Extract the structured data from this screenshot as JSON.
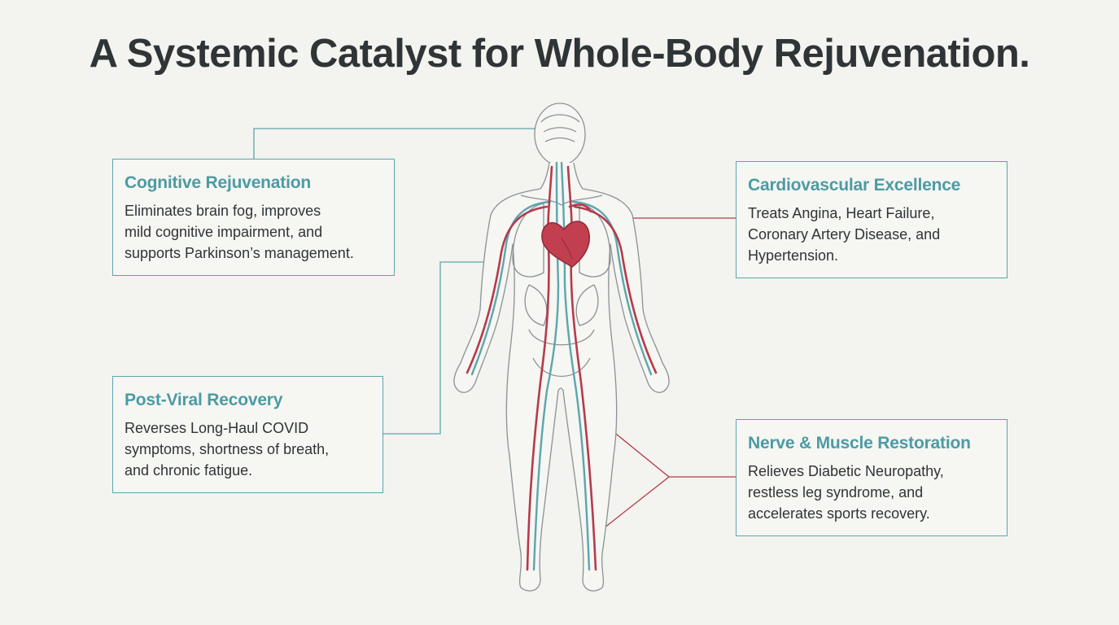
{
  "title": "A Systemic Catalyst for Whole-Body Rejuvenation.",
  "cards": {
    "cognitive": {
      "heading": "Cognitive Rejuvenation",
      "lines": [
        "Eliminates brain fog, improves",
        "mild cognitive impairment, and",
        "supports Parkinson’s management."
      ]
    },
    "cardio": {
      "heading": "Cardiovascular Excellence",
      "lines": [
        "Treats Angina, Heart Failure,",
        "Coronary Artery Disease, and",
        "Hypertension."
      ]
    },
    "viral": {
      "heading": "Post-Viral Recovery",
      "lines": [
        "Reverses Long-Haul COVID",
        "symptoms, shortness of breath,",
        "and chronic fatigue."
      ]
    },
    "nerve": {
      "heading": "Nerve & Muscle Restoration",
      "lines": [
        "Relieves Diabetic Neuropathy,",
        "restless leg syndrome, and",
        "accelerates sports recovery."
      ]
    }
  },
  "colors": {
    "teal": "#5da5ad",
    "artery": "#b43b4d",
    "outline": "#8a9296",
    "text": "#2f3436"
  }
}
